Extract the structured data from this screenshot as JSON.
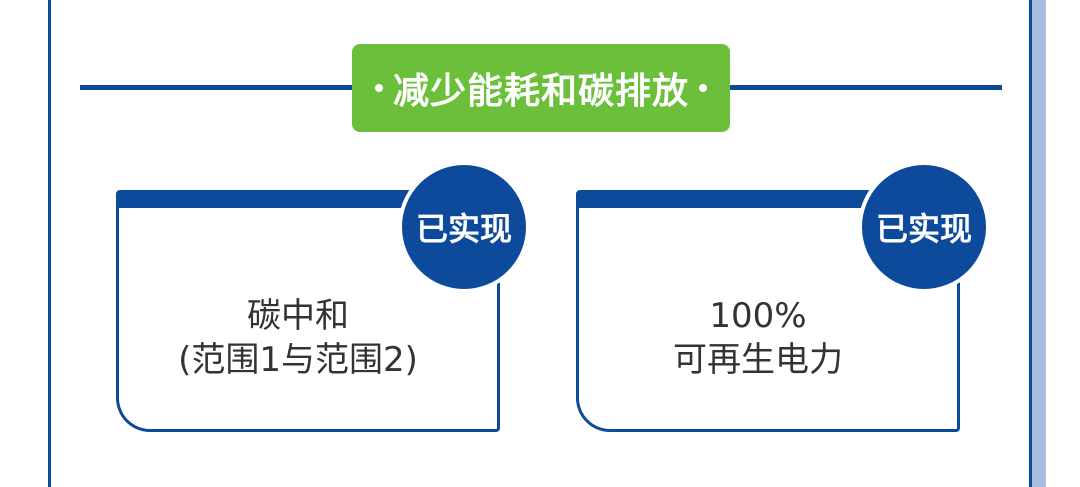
{
  "section": {
    "title": "减少能耗和碳排放"
  },
  "cards": [
    {
      "badge": "已实现",
      "line1": "碳中和",
      "line2": "(范围1与范围2)"
    },
    {
      "badge": "已实现",
      "line1": "100%",
      "line2": "可再生电力"
    }
  ],
  "colors": {
    "primary_blue": "#0d4a9c",
    "accent_green": "#6bbf3a",
    "text": "#333333",
    "light_blue": "#a8bddf"
  }
}
